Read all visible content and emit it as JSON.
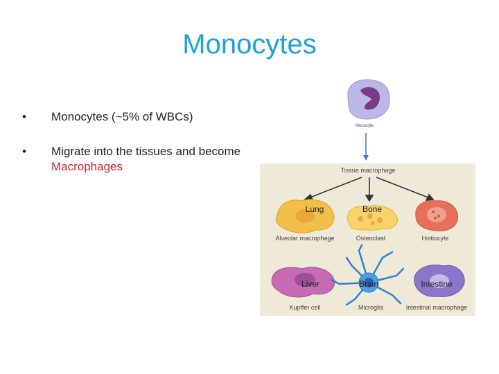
{
  "slide": {
    "title": "Monocytes",
    "bullets": [
      {
        "text": "Monocytes (~5% of WBCs)"
      },
      {
        "text": "Migrate into the tissues and become ",
        "highlight": "Macrophages"
      }
    ]
  },
  "figure": {
    "monocyte_label": "Monocyte",
    "tissue_macrophage_label": "Tissue macrophage",
    "cells": [
      {
        "tissue": "Lung",
        "cell": "Alveolar macrophage",
        "color": "#f2c04a"
      },
      {
        "tissue": "Bone",
        "cell": "Osteoclast",
        "color": "#f7d36a"
      },
      {
        "tissue": "",
        "cell": "Histiocyte",
        "color": "#e8705a"
      },
      {
        "tissue": "Liver",
        "cell": "Kupffer cell",
        "color": "#c96ab5"
      },
      {
        "tissue": "Brain",
        "cell": "Microglia",
        "color": "#4f9ee0"
      },
      {
        "tissue": "Intestine",
        "cell": "Intestinal macrophage",
        "color": "#8b77c9"
      }
    ],
    "colors": {
      "panel": "#efe9d8",
      "arrow": "#333333",
      "monocyte": "#b9b8e6",
      "nucleus": "#7b3a86",
      "blue_arrow": "#2f7fd0"
    }
  }
}
